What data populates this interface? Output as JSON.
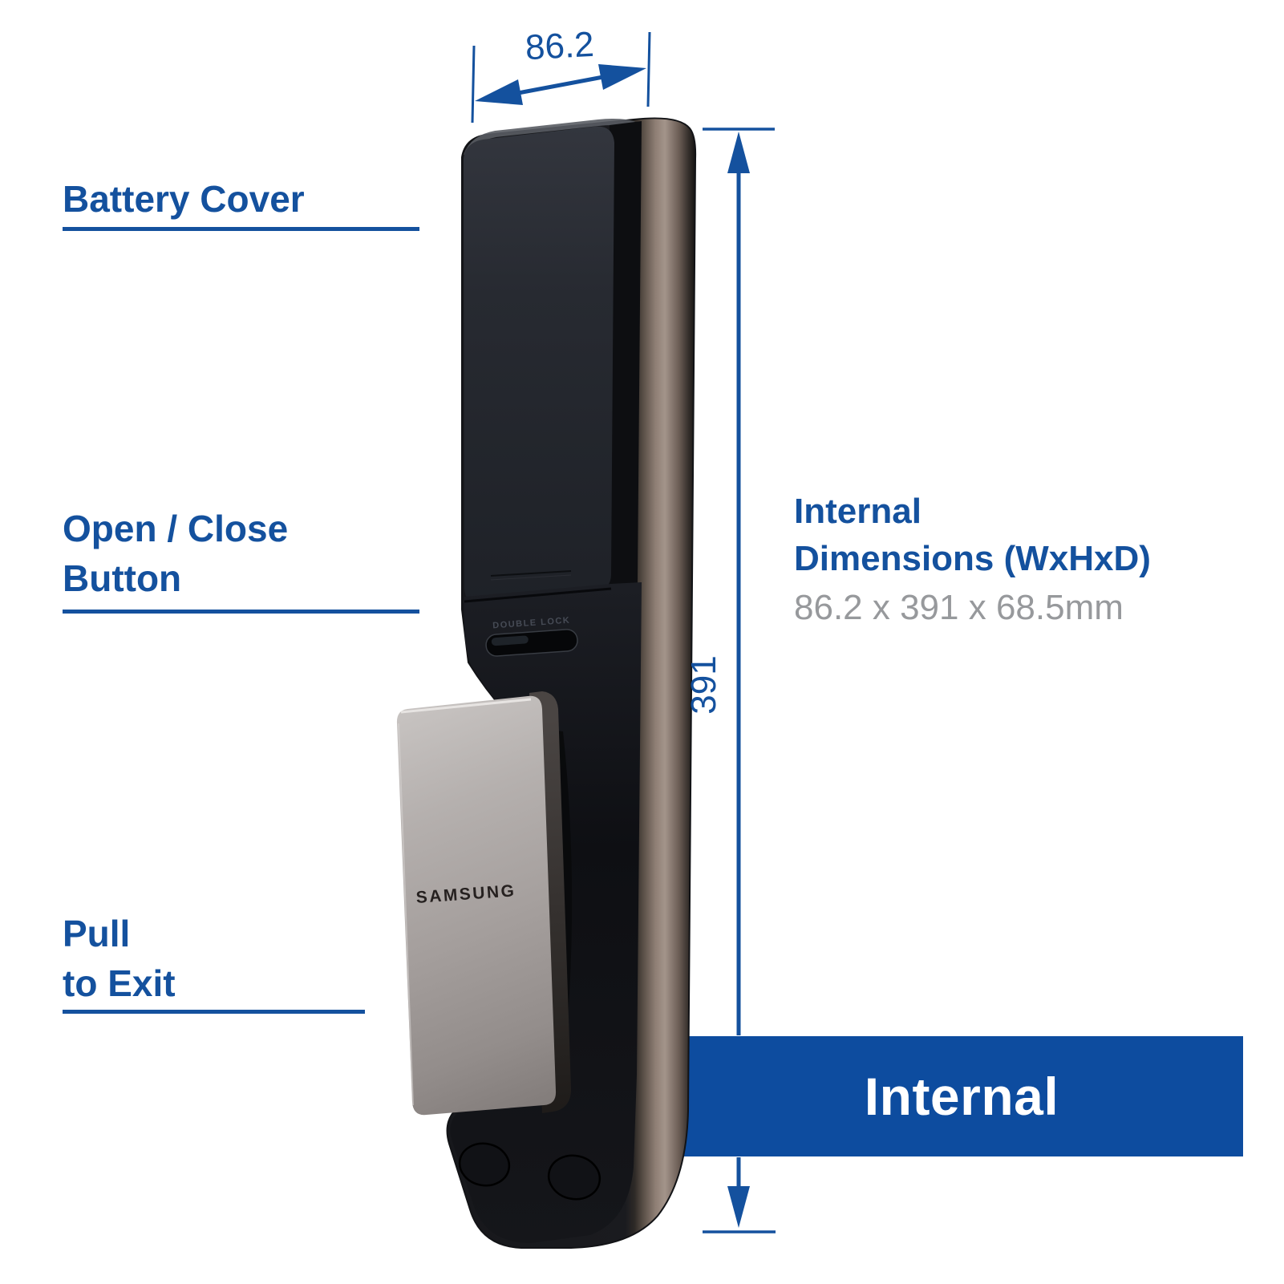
{
  "annotations": {
    "battery_cover": "Battery Cover",
    "open_close_line1": "Open / Close",
    "open_close_line2": "Button",
    "pull_line1": "Pull",
    "pull_line2": "to Exit"
  },
  "dimension_labels": {
    "width_mm": "86.2",
    "height_mm": "391"
  },
  "spec": {
    "title_line1": "Internal",
    "title_line2": "Dimensions (WxHxD)",
    "value": "86.2 x 391 x 68.5mm"
  },
  "banner": {
    "label": "Internal"
  },
  "device": {
    "brand": "SAMSUNG",
    "slider_label": "DOUBLE LOCK"
  },
  "colors": {
    "accent_blue": "#14519E",
    "banner_blue": "#0D4C9F",
    "value_gray": "#97999C",
    "device_dark": "#22252B",
    "handle_silver": "#A49E9C",
    "bronze_rim": "#8F7F75"
  }
}
